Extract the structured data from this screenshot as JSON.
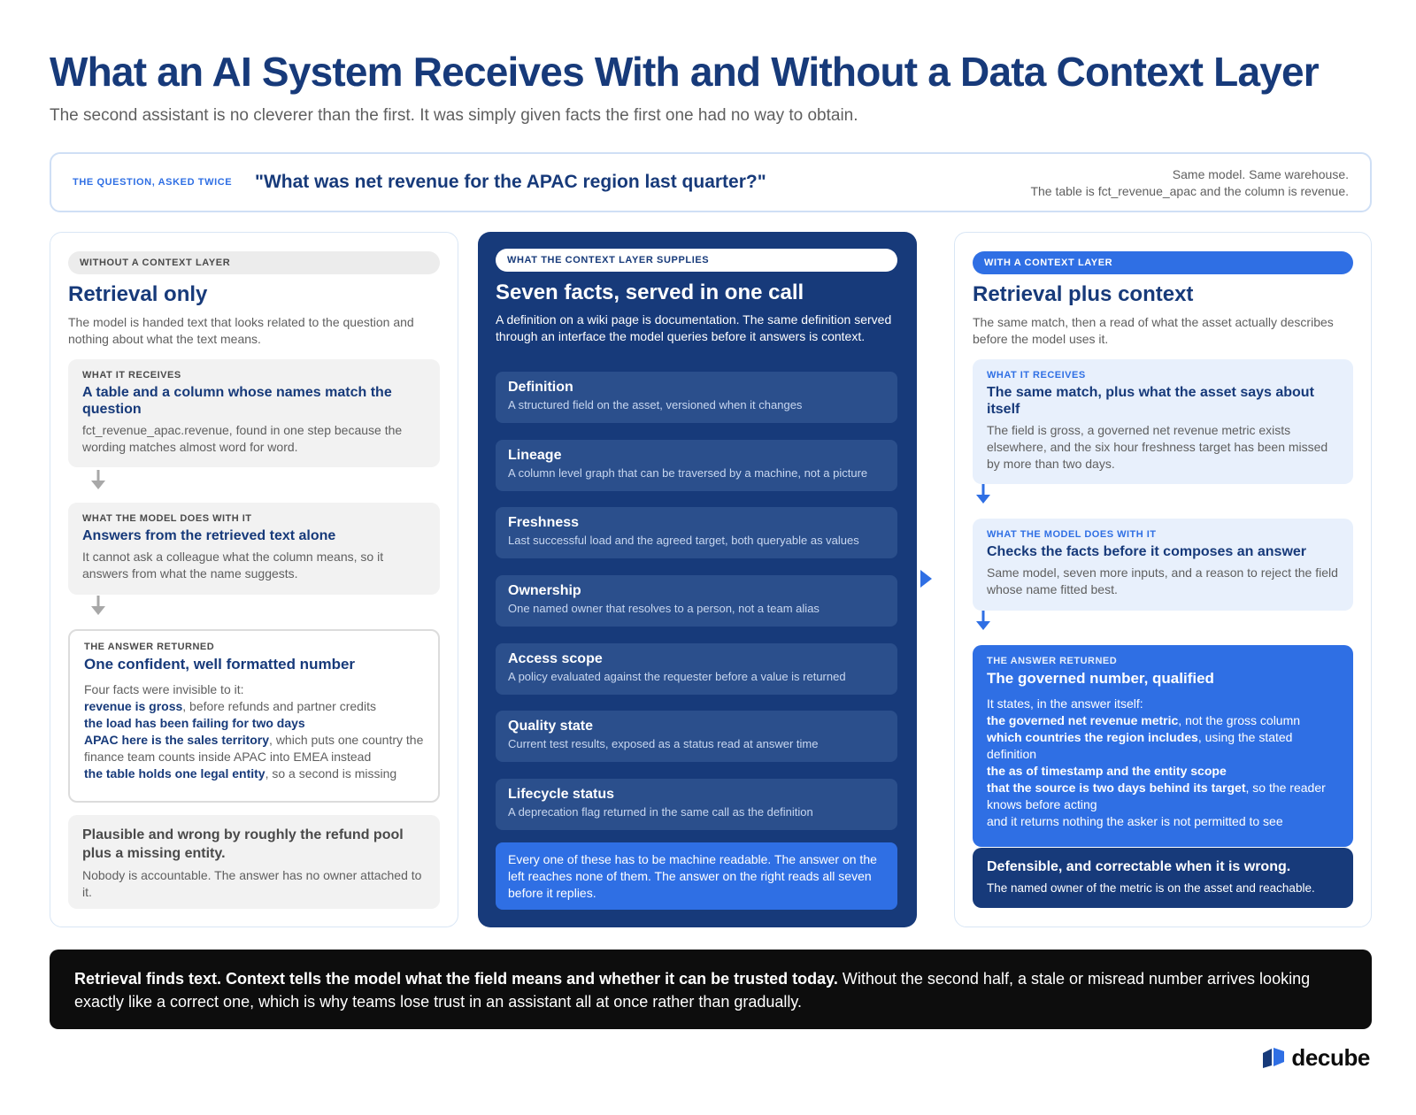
{
  "header": {
    "title": "What an AI System Receives With and Without a Data Context Layer",
    "subtitle": "The second assistant is no cleverer than the first. It was simply given facts the first one had no way to obtain."
  },
  "question": {
    "tag": "THE QUESTION, ASKED TWICE",
    "text": "\"What was net revenue for the APAC region last quarter?\"",
    "note_line1": "Same model. Same warehouse.",
    "note_line2": "The table is fct_revenue_apac and the column is revenue."
  },
  "left": {
    "pill": "WITHOUT A CONTEXT LAYER",
    "title": "Retrieval only",
    "desc": "The model is handed text that looks related to the question and nothing about what the text means.",
    "receives": {
      "eyebrow": "WHAT IT RECEIVES",
      "title": "A table and a column whose names match the question",
      "body": "fct_revenue_apac.revenue, found in one step because the wording matches almost word for word."
    },
    "does": {
      "eyebrow": "WHAT THE MODEL DOES WITH IT",
      "title": "Answers from the retrieved text alone",
      "body": "It cannot ask a colleague what the column means, so it answers from what the name suggests."
    },
    "answer": {
      "eyebrow": "THE ANSWER RETURNED",
      "title": "One confident, well formatted number",
      "intro": "Four facts were invisible to it:",
      "items": [
        {
          "bold": "revenue is gross",
          "rest": ", before refunds and partner credits"
        },
        {
          "bold": "the load has been failing for two days",
          "rest": ""
        },
        {
          "bold": "APAC here is the sales territory",
          "rest": ", which puts one country the finance team counts inside APAC into EMEA instead"
        },
        {
          "bold": "the table holds one legal entity",
          "rest": ", so a second is missing"
        }
      ]
    },
    "outcome": {
      "title": "Plausible and wrong by roughly the refund pool plus a missing entity.",
      "body": "Nobody is accountable. The answer has no owner attached to it."
    }
  },
  "middle": {
    "pill": "WHAT THE CONTEXT LAYER SUPPLIES",
    "title": "Seven facts, served in one call",
    "desc": "A definition on a wiki page is documentation. The same definition served through an interface the model queries before it answers is context.",
    "facts": [
      {
        "name": "Definition",
        "desc": "A structured field on the asset, versioned when it changes"
      },
      {
        "name": "Lineage",
        "desc": "A column level graph that can be traversed by a machine, not a picture"
      },
      {
        "name": "Freshness",
        "desc": "Last successful load and the agreed target, both queryable as values"
      },
      {
        "name": "Ownership",
        "desc": "One named owner that resolves to a person, not a team alias"
      },
      {
        "name": "Access scope",
        "desc": "A policy evaluated against the requester before a value is returned"
      },
      {
        "name": "Quality state",
        "desc": "Current test results, exposed as a status read at answer time"
      },
      {
        "name": "Lifecycle status",
        "desc": "A deprecation flag returned in the same call as the definition"
      }
    ],
    "note": "Every one of these has to be machine readable. The answer on the left reaches none of them. The answer on the right reads all seven before it replies."
  },
  "right": {
    "pill": "WITH A CONTEXT LAYER",
    "title": "Retrieval plus context",
    "desc": "The same match, then a read of what the asset actually describes before the model uses it.",
    "receives": {
      "eyebrow": "WHAT IT RECEIVES",
      "title": "The same match, plus what the asset says about itself",
      "body": "The field is gross, a governed net revenue metric exists elsewhere, and the six hour freshness target has been missed by more than two days."
    },
    "does": {
      "eyebrow": "WHAT THE MODEL DOES WITH IT",
      "title": "Checks the facts before it composes an answer",
      "body": "Same model, seven more inputs, and a reason to reject the field whose name fitted best."
    },
    "answer": {
      "eyebrow": "THE ANSWER RETURNED",
      "title": "The governed number, qualified",
      "intro": "It states, in the answer itself:",
      "items": [
        {
          "bold": "the governed net revenue metric",
          "rest": ", not the gross column"
        },
        {
          "bold": "which countries the region includes",
          "rest": ", using the stated definition"
        },
        {
          "bold": "the as of timestamp and the entity scope",
          "rest": ""
        },
        {
          "bold": "that the source is two days behind its target",
          "rest": ", so the reader knows before acting"
        },
        {
          "bold": "",
          "rest": "and it returns nothing the asker is not permitted to see"
        }
      ]
    },
    "outcome": {
      "title": "Defensible, and correctable when it is wrong.",
      "body": "The named owner of the metric is on the asset and reachable."
    }
  },
  "footer": {
    "bold": "Retrieval finds text. Context tells the model what the field means and whether it can be trusted today.",
    "rest": " Without the second half, a stale or misread number arrives looking exactly like a correct one, which is why teams lose trust in an assistant all at once rather than gradually."
  },
  "logo": {
    "text": "decube",
    "icon": "decube-logo-icon"
  },
  "colors": {
    "navy": "#173a7a",
    "blue": "#2f6fe4",
    "light_blue": "#e8f0fc",
    "grey": "#f2f2f2",
    "black": "#0d0d0d"
  }
}
